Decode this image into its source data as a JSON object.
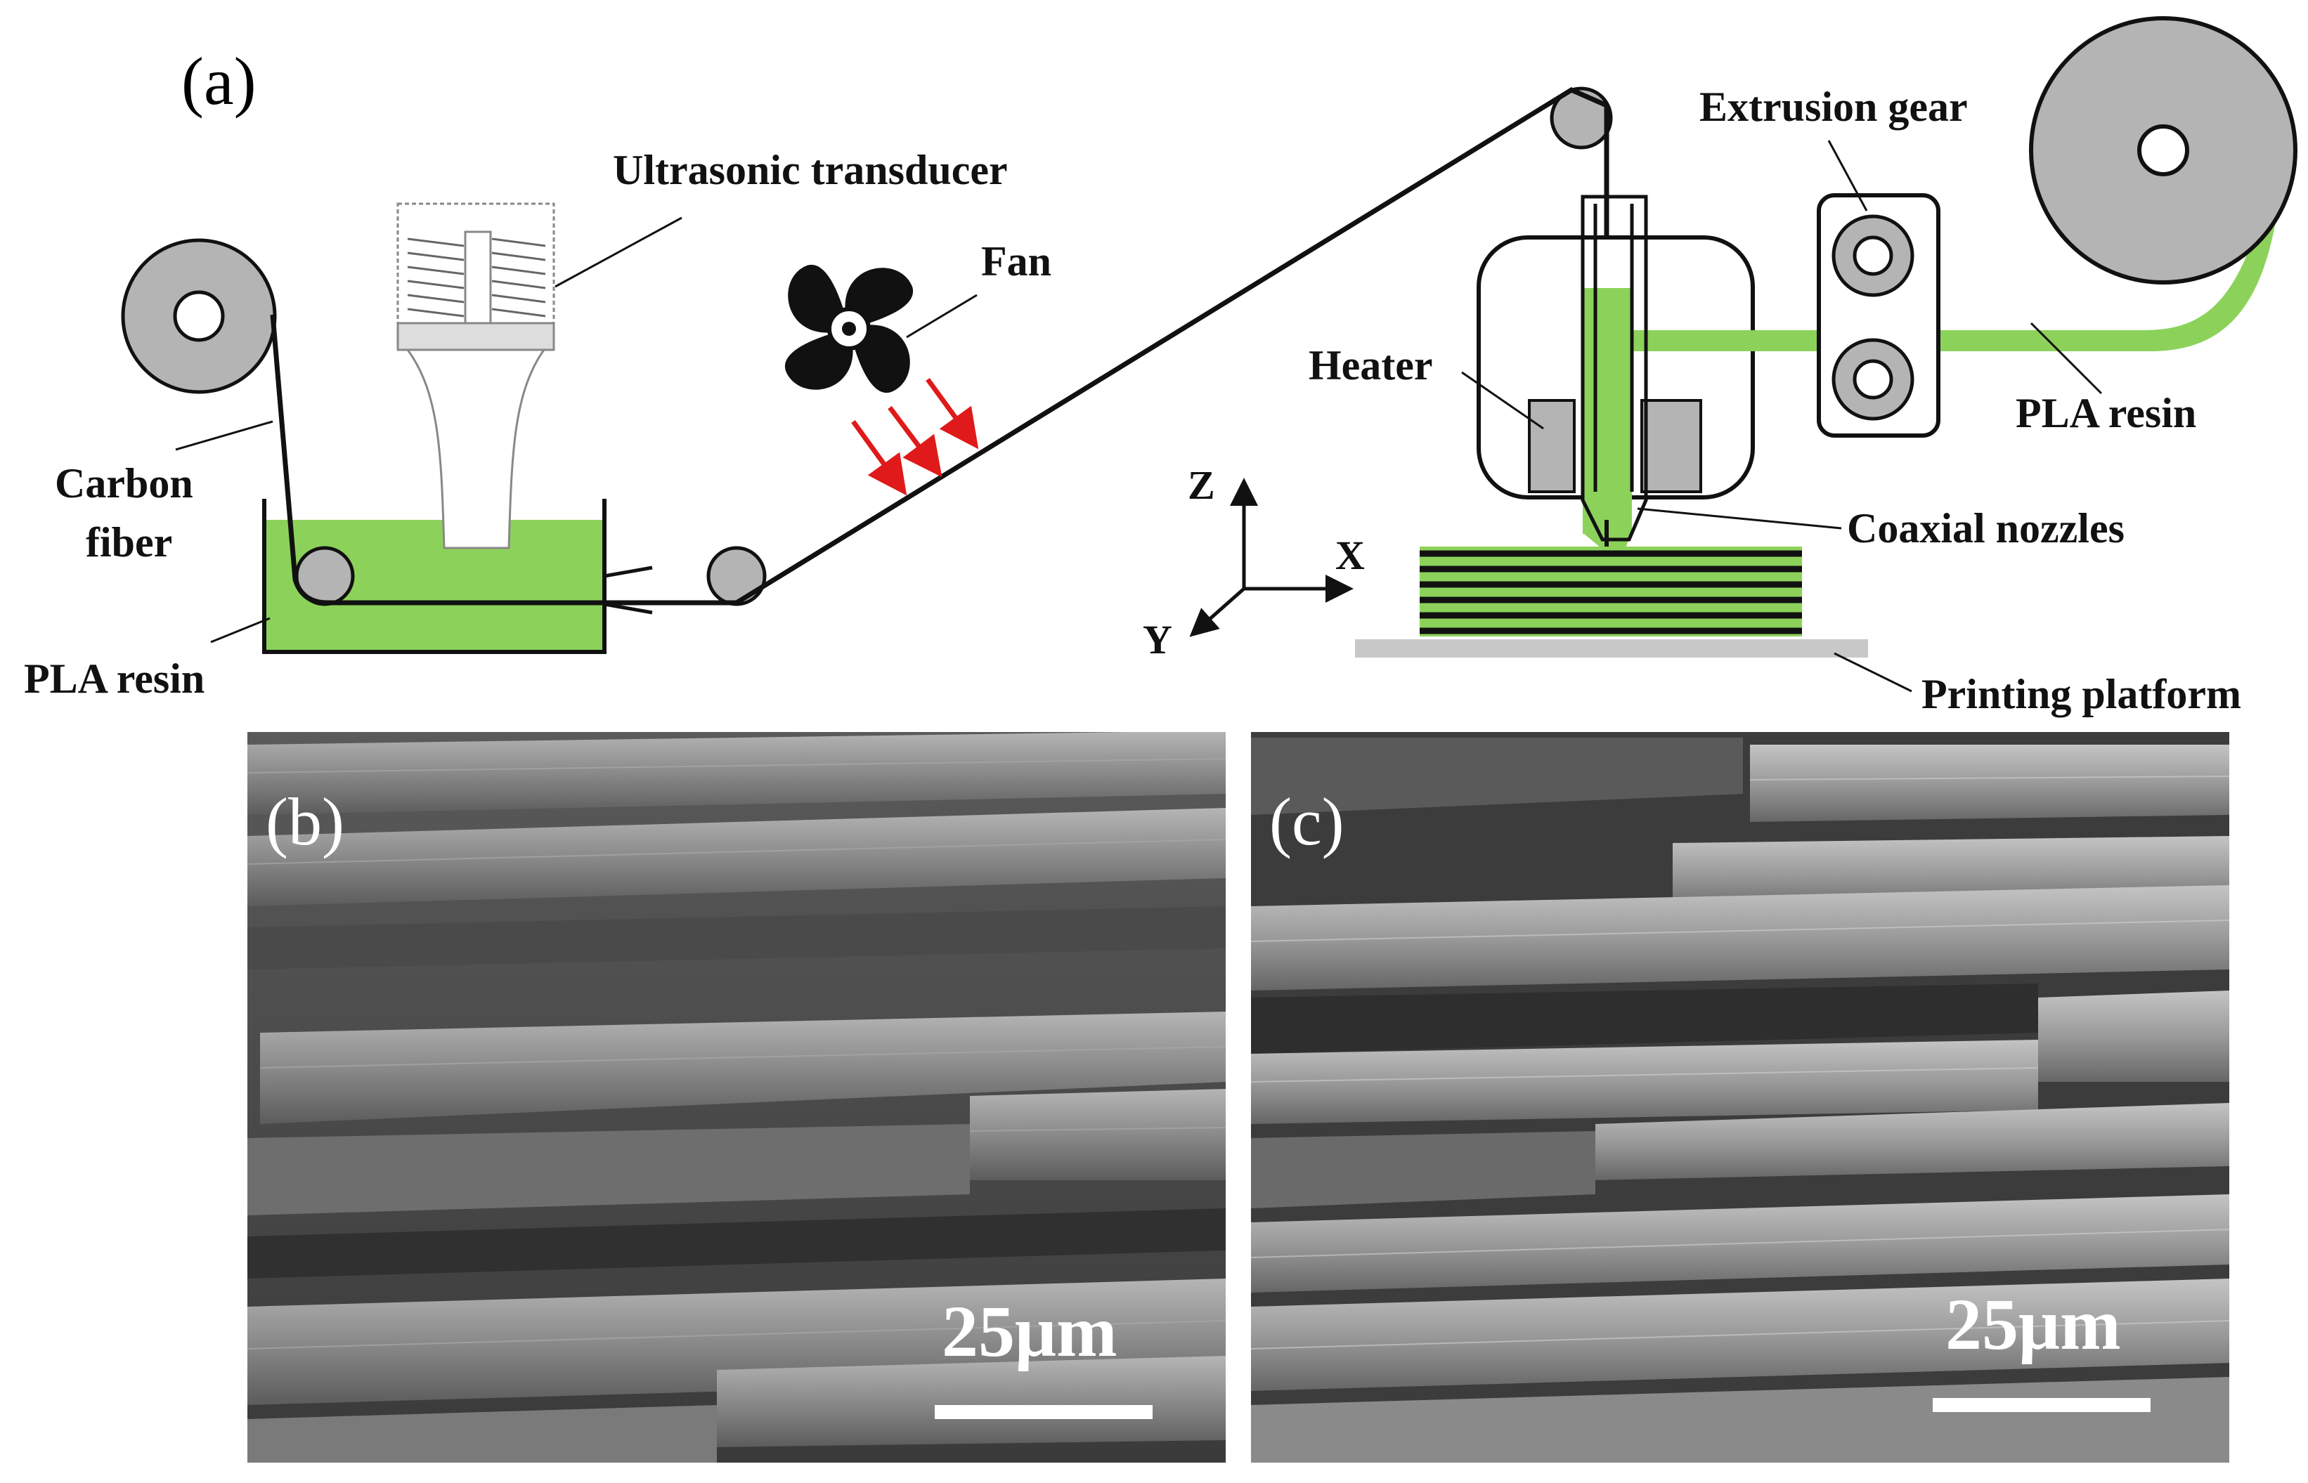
{
  "colors": {
    "resin_green": "#8cd25a",
    "roller_gray": "#b4b4b4",
    "platform_gray": "#c8c8c8",
    "arrow_red": "#e01a1a",
    "sem_dark": "#2a2a2a",
    "sem_fiber": "#8e8e8e"
  },
  "panel_a": {
    "panel_label": "(a)",
    "labels": {
      "ultrasonic_transducer": "Ultrasonic transducer",
      "fan": "Fan",
      "carbon_fiber_line1": "Carbon",
      "carbon_fiber_line2": "fiber",
      "pla_resin_bath": "PLA resin",
      "extrusion_gear": "Extrusion gear",
      "heater": "Heater",
      "pla_resin_feed": "PLA resin",
      "coaxial_nozzles": "Coaxial nozzles",
      "printing_platform": "Printing platform"
    },
    "axes": {
      "z": "Z",
      "x": "X",
      "y": "Y"
    },
    "icons": [
      "fiber-spool-icon",
      "fan-icon",
      "roller-icon",
      "extrusion-gear-icon",
      "resin-spool-icon",
      "heater-icon"
    ]
  },
  "panel_b": {
    "panel_label": "(b)",
    "scale_bar_text": "25μm"
  },
  "panel_c": {
    "panel_label": "(c)",
    "scale_bar_text": "25μm"
  }
}
